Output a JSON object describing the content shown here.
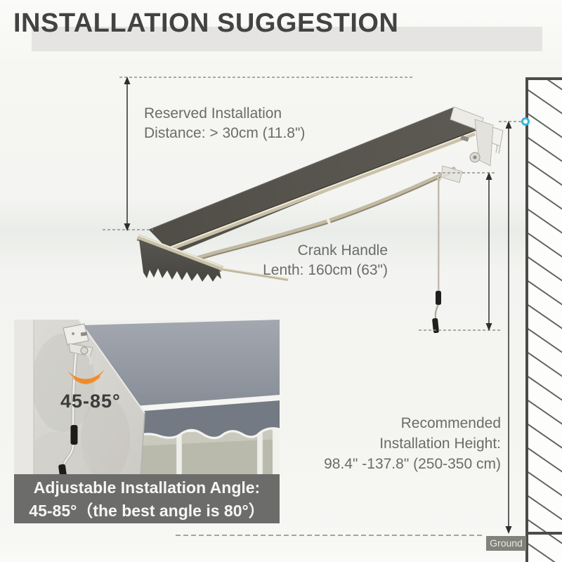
{
  "title": "INSTALLATION SUGGESTION",
  "diagram": {
    "reserved": {
      "line1": "Reserved Installation",
      "line2": "Distance: > 30cm (11.8\")"
    },
    "crank": {
      "line1": "Crank Handle",
      "line2": "Lenth: 160cm (63\")"
    },
    "height": {
      "line1": "Recommended",
      "line2": "Installation Height:",
      "line3": "98.4\" -137.8\" (250-350 cm)"
    },
    "ground_label": "Ground"
  },
  "inset": {
    "angle_label": "45-85°",
    "caption": {
      "line1": "Adjustable Installation Angle:",
      "line2": "45-85°（the best angle is 80°）"
    }
  },
  "icons": {
    "wall_anchor_marker": "cyan-dot-icon",
    "angle_arc": "orange-arc-icon"
  },
  "colors": {
    "accent_cyan": "#35b7d9",
    "orange": "#ef8b2b",
    "fabric_dark": "#54524b",
    "arm_beige": "#c4bca4",
    "caption_bg": "#6c6c6a",
    "ground_bg": "#82827b",
    "wall_hatch": "#62625e",
    "text_gray": "#6b6b69",
    "title_color": "#434341",
    "title_band": "#e5e4e2"
  }
}
